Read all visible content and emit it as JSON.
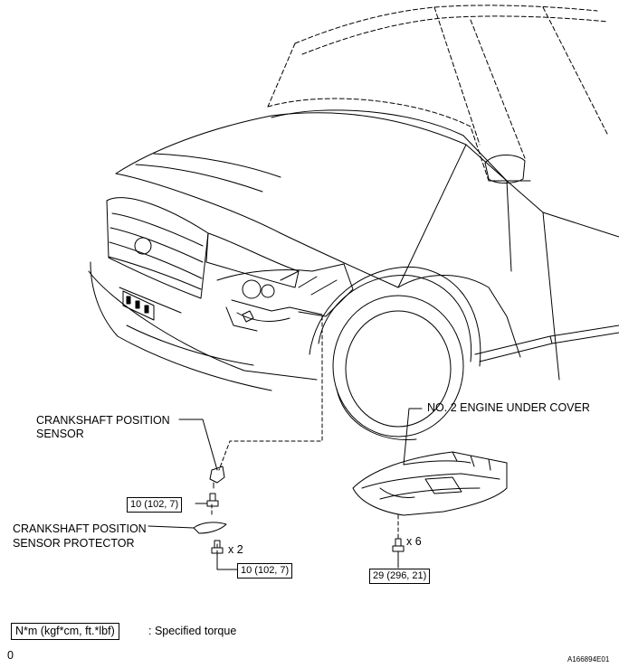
{
  "labels": {
    "ckp_sensor_line1": "CRANKSHAFT POSITION",
    "ckp_sensor_line2": "SENSOR",
    "ckp_protector_line1": "CRANKSHAFT POSITION",
    "ckp_protector_line2": "SENSOR PROTECTOR",
    "under_cover": "NO. 2 ENGINE UNDER COVER"
  },
  "torques": {
    "sensor_bolt": "10 (102, 7)",
    "protector_bolt": "10 (102, 7)",
    "cover_bolt": "29 (296, 21)"
  },
  "quantities": {
    "protector_bolts": "x 2",
    "cover_bolts": "x 6"
  },
  "legend": {
    "unit_box": "N*m (kgf*cm, ft.*lbf)",
    "description": ": Specified torque"
  },
  "footer": {
    "page_marker": "0",
    "figure_id": "A166894E01"
  },
  "colors": {
    "line": "#000000",
    "background": "#ffffff"
  }
}
